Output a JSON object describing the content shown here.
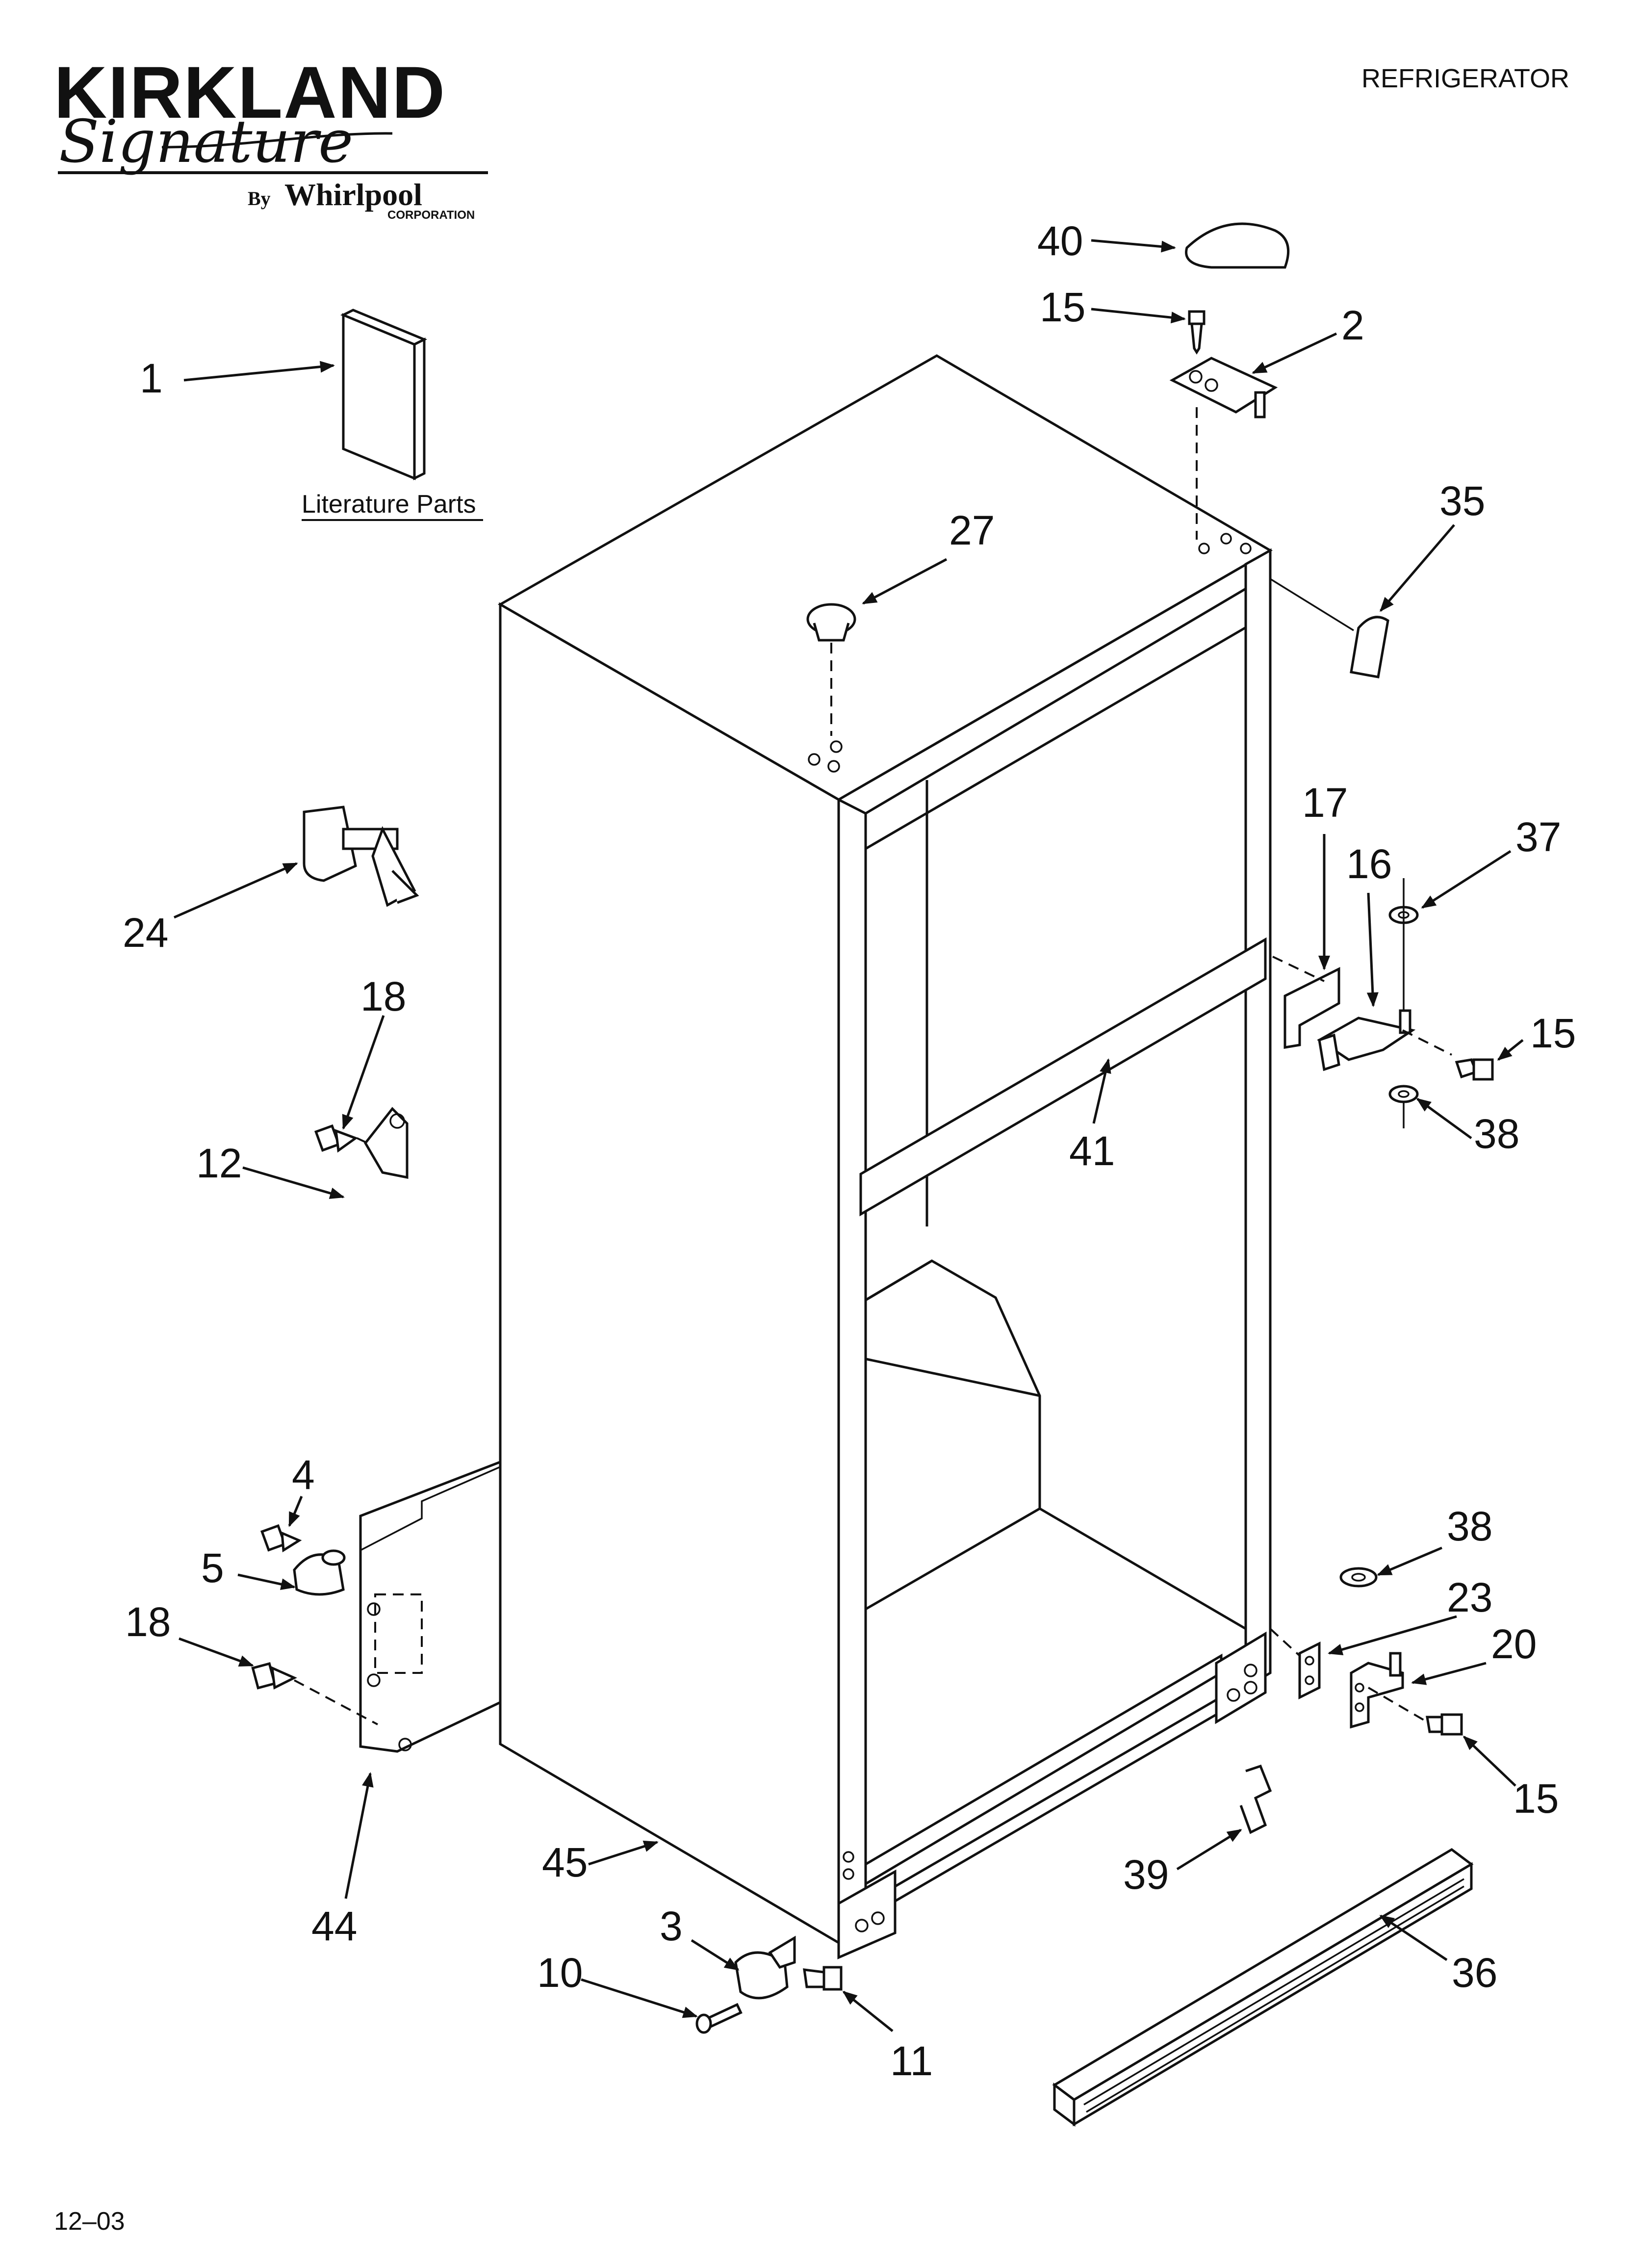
{
  "header": {
    "brand_name": "KIRKLAND",
    "brand_script": "Signature",
    "by_label": "By",
    "maker": "Whirlpool",
    "maker_sub": "CORPORATION",
    "product": "REFRIGERATOR"
  },
  "literature_label": "Literature Parts",
  "footer": {
    "date_code": "12–03"
  },
  "callouts": [
    {
      "id": "c40",
      "label": "40"
    },
    {
      "id": "c15a",
      "label": "15"
    },
    {
      "id": "c2",
      "label": "2"
    },
    {
      "id": "c1",
      "label": "1"
    },
    {
      "id": "c27",
      "label": "27"
    },
    {
      "id": "c35",
      "label": "35"
    },
    {
      "id": "c17",
      "label": "17"
    },
    {
      "id": "c16",
      "label": "16"
    },
    {
      "id": "c37",
      "label": "37"
    },
    {
      "id": "c24",
      "label": "24"
    },
    {
      "id": "c15b",
      "label": "15"
    },
    {
      "id": "c18a",
      "label": "18"
    },
    {
      "id": "c38a",
      "label": "38"
    },
    {
      "id": "c12",
      "label": "12"
    },
    {
      "id": "c41",
      "label": "41"
    },
    {
      "id": "c4",
      "label": "4"
    },
    {
      "id": "c38b",
      "label": "38"
    },
    {
      "id": "c5",
      "label": "5"
    },
    {
      "id": "c23",
      "label": "23"
    },
    {
      "id": "c18b",
      "label": "18"
    },
    {
      "id": "c20",
      "label": "20"
    },
    {
      "id": "c15c",
      "label": "15"
    },
    {
      "id": "c39",
      "label": "39"
    },
    {
      "id": "c45",
      "label": "45"
    },
    {
      "id": "c44",
      "label": "44"
    },
    {
      "id": "c3",
      "label": "3"
    },
    {
      "id": "c36",
      "label": "36"
    },
    {
      "id": "c10",
      "label": "10"
    },
    {
      "id": "c11",
      "label": "11"
    }
  ]
}
